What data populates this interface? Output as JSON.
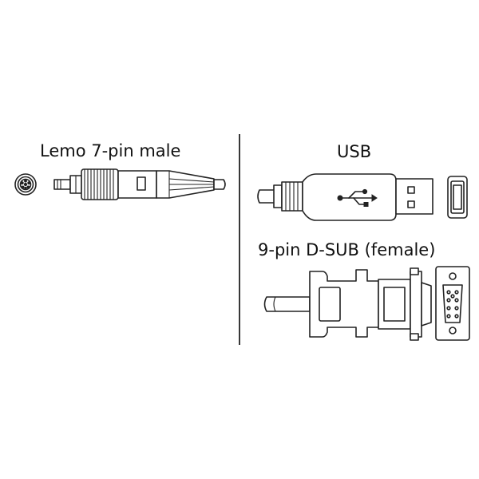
{
  "labels": {
    "lemo": "Lemo 7-pin male",
    "usb": "USB",
    "dsub": "9-pin D-SUB (female)"
  },
  "colors": {
    "line": "#222222",
    "background": "#ffffff"
  }
}
